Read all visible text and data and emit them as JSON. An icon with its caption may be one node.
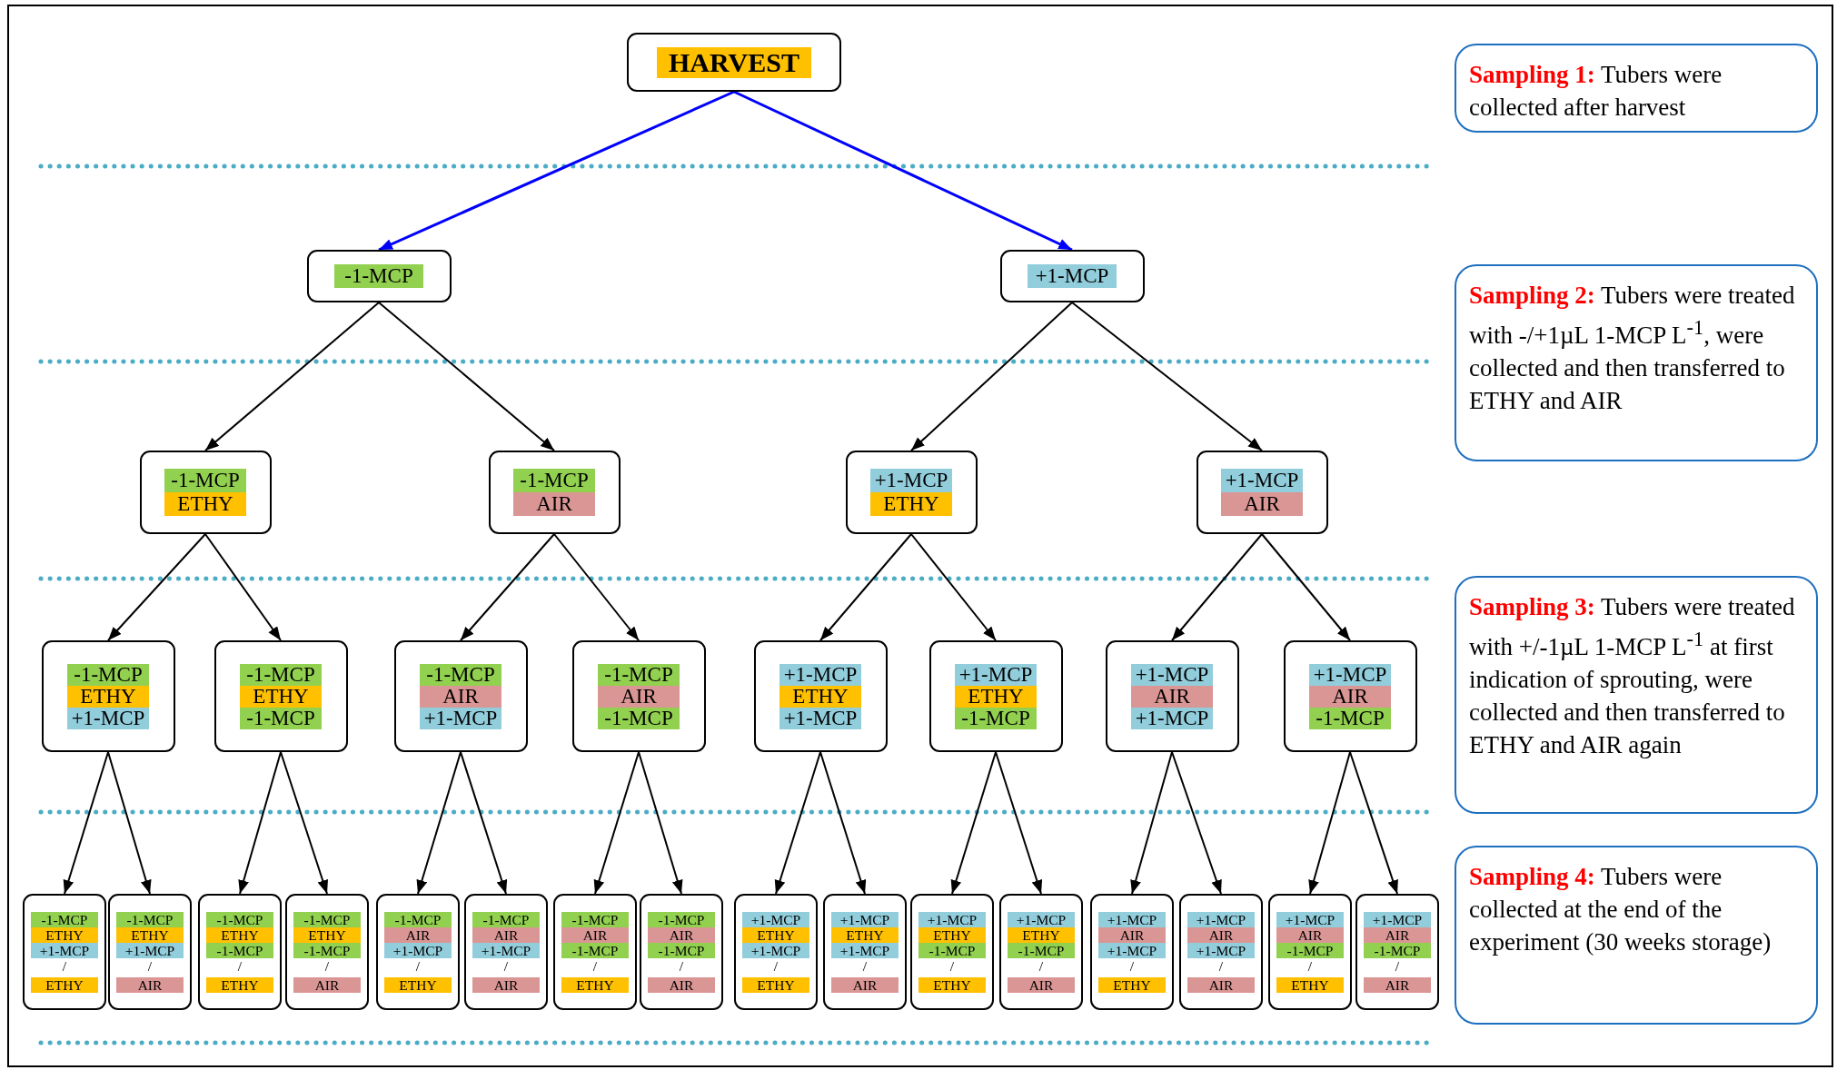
{
  "diagram": {
    "nodes": [
      {
        "text": [
          "HARVEST"
        ]
      },
      {
        "text": [
          "-1-MCP"
        ]
      },
      {
        "text": [
          "+1-MCP"
        ]
      },
      {
        "text": [
          "-1-MCP",
          "ETHY"
        ]
      },
      {
        "text": [
          "-1-MCP",
          "AIR"
        ]
      },
      {
        "text": [
          "+1-MCP",
          "ETHY"
        ]
      },
      {
        "text": [
          "+1-MCP",
          "AIR"
        ]
      },
      {
        "text": [
          "-1-MCP",
          "ETHY",
          "+1-MCP"
        ]
      },
      {
        "text": [
          "-1-MCP",
          "ETHY",
          "-1-MCP"
        ]
      },
      {
        "text": [
          "-1-MCP",
          "AIR",
          "+1-MCP"
        ]
      },
      {
        "text": [
          "-1-MCP",
          "AIR",
          "-1-MCP"
        ]
      },
      {
        "text": [
          "+1-MCP",
          "ETHY",
          "+1-MCP"
        ]
      },
      {
        "text": [
          "+1-MCP",
          "ETHY",
          "-1-MCP"
        ]
      },
      {
        "text": [
          "+1-MCP",
          "AIR",
          "+1-MCP"
        ]
      },
      {
        "text": [
          "+1-MCP",
          "AIR",
          "-1-MCP"
        ]
      },
      {
        "text": [
          "-1-MCP",
          "ETHY",
          "+1-MCP",
          "/",
          "ETHY"
        ]
      },
      {
        "text": [
          "-1-MCP",
          "ETHY",
          "+1-MCP",
          "/",
          "AIR"
        ]
      },
      {
        "text": [
          "-1-MCP",
          "ETHY",
          "-1-MCP",
          "/",
          "ETHY"
        ]
      },
      {
        "text": [
          "-1-MCP",
          "ETHY",
          "-1-MCP",
          "/",
          "AIR"
        ]
      },
      {
        "text": [
          "-1-MCP",
          "AIR",
          "+1-MCP",
          "/",
          "ETHY"
        ]
      },
      {
        "text": [
          "-1-MCP",
          "AIR",
          "+1-MCP",
          "/",
          "AIR"
        ]
      },
      {
        "text": [
          "-1-MCP",
          "AIR",
          "-1-MCP",
          "/",
          "ETHY"
        ]
      },
      {
        "text": [
          "-1-MCP",
          "AIR",
          "-1-MCP",
          "/",
          "AIR"
        ]
      },
      {
        "text": [
          "+1-MCP",
          "ETHY",
          "+1-MCP",
          "/",
          "ETHY"
        ]
      },
      {
        "text": [
          "+1-MCP",
          "ETHY",
          "+1-MCP",
          "/",
          "AIR"
        ]
      },
      {
        "text": [
          "+1-MCP",
          "ETHY",
          "-1-MCP",
          "/",
          "ETHY"
        ]
      },
      {
        "text": [
          "+1-MCP",
          "ETHY",
          "-1-MCP",
          "/",
          "AIR"
        ]
      },
      {
        "text": [
          "+1-MCP",
          "AIR",
          "+1-MCP",
          "/",
          "ETHY"
        ]
      },
      {
        "text": [
          "+1-MCP",
          "AIR",
          "+1-MCP",
          "/",
          "AIR"
        ]
      },
      {
        "text": [
          "+1-MCP",
          "AIR",
          "-1-MCP",
          "/",
          "ETHY"
        ]
      },
      {
        "text": [
          "+1-MCP",
          "AIR",
          "-1-MCP",
          "/",
          "AIR"
        ]
      },
      {
        "text": [
          "**Sampling 1:** Tubers were collected after harvest"
        ]
      },
      {
        "text": [
          "**Sampling 2:** Tubers were treated with -/+1µL 1-MCP L$^{-1}$, were collected and then transferred to ETHY and AIR"
        ]
      },
      {
        "text": [
          "**Sampling 3:** Tubers were treated with +/-1µL 1-MCP L$^{-1}$ at first indication of sprouting, were collected and then transferred to ETHY and AIR again"
        ]
      },
      {
        "text": [
          "**Sampling 4:** Tubers were collected at the end of the experiment (30 weeks storage)"
        ]
      }
    ],
    "edges": [
      {
        "from": 0,
        "to": 1,
        "arrow": "to",
        "color": "#0000ff"
      },
      {
        "from": 0,
        "to": 2,
        "arrow": "to",
        "color": "#0000ff"
      },
      {
        "from": 1,
        "to": 3,
        "arrow": "to"
      },
      {
        "from": 1,
        "to": 4,
        "arrow": "to"
      },
      {
        "from": 2,
        "to": 5,
        "arrow": "to"
      },
      {
        "from": 2,
        "to": 6,
        "arrow": "to"
      },
      {
        "from": 3,
        "to": 7,
        "arrow": "to"
      },
      {
        "from": 3,
        "to": 8,
        "arrow": "to"
      },
      {
        "from": 4,
        "to": 9,
        "arrow": "to"
      },
      {
        "from": 4,
        "to": 10,
        "arrow": "to"
      },
      {
        "from": 5,
        "to": 11,
        "arrow": "to"
      },
      {
        "from": 5,
        "to": 12,
        "arrow": "to"
      },
      {
        "from": 6,
        "to": 13,
        "arrow": "to"
      },
      {
        "from": 6,
        "to": 14,
        "arrow": "to"
      },
      {
        "from": 7,
        "to": 15,
        "arrow": "to"
      },
      {
        "from": 7,
        "to": 16,
        "arrow": "to"
      },
      {
        "from": 8,
        "to": 17,
        "arrow": "to"
      },
      {
        "from": 8,
        "to": 18,
        "arrow": "to"
      },
      {
        "from": 9,
        "to": 19,
        "arrow": "to"
      },
      {
        "from": 9,
        "to": 20,
        "arrow": "to"
      },
      {
        "from": 10,
        "to": 21,
        "arrow": "to"
      },
      {
        "from": 10,
        "to": 22,
        "arrow": "to"
      },
      {
        "from": 11,
        "to": 23,
        "arrow": "to"
      },
      {
        "from": 11,
        "to": 24,
        "arrow": "to"
      },
      {
        "from": 12,
        "to": 25,
        "arrow": "to"
      },
      {
        "from": 12,
        "to": 26,
        "arrow": "to"
      },
      {
        "from": 13,
        "to": 27,
        "arrow": "to"
      },
      {
        "from": 13,
        "to": 28,
        "arrow": "to"
      },
      {
        "from": 14,
        "to": 29,
        "arrow": "to"
      },
      {
        "from": 14,
        "to": 30,
        "arrow": "to"
      }
    ]
  }
}
